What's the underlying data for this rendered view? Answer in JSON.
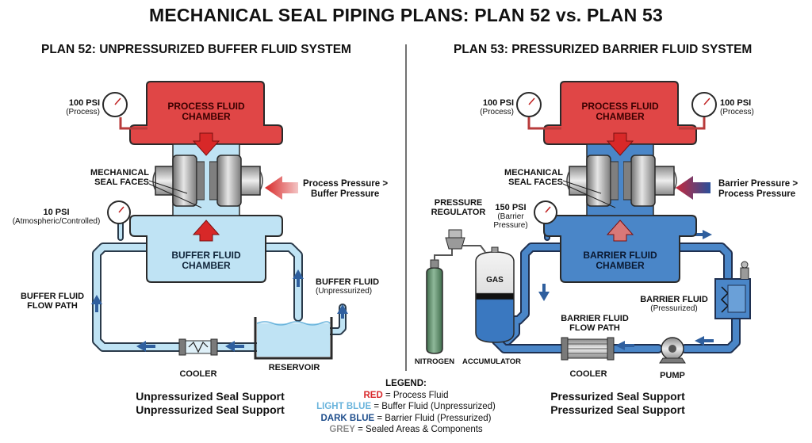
{
  "title": "MECHANICAL SEAL PIPING PLANS: PLAN 52 vs. PLAN 53",
  "plan52": {
    "heading": "PLAN 52: UNPRESSURIZED BUFFER FLUID SYSTEM",
    "process_chamber": [
      "PROCESS FLUID",
      "CHAMBER"
    ],
    "buffer_chamber": [
      "BUFFER FLUID",
      "CHAMBER"
    ],
    "seal_faces": [
      "MECHANICAL",
      "SEAL FACES"
    ],
    "gauge_process": {
      "value": "100 PSI",
      "note": "(Process)"
    },
    "gauge_buffer": {
      "value": "10 PSI",
      "note": "(Atmospheric/Controlled)"
    },
    "pressure_note": [
      "Process Pressure >",
      "Buffer Pressure"
    ],
    "flow_path": [
      "BUFFER FLUID",
      "FLOW PATH"
    ],
    "buffer_fluid_label": {
      "title": "BUFFER FLUID",
      "note": "(Unpressurized)"
    },
    "cooler": "COOLER",
    "reservoir": "RESERVOIR",
    "support": [
      "Unpressurized Seal Support",
      "Unpressurized Seal Support"
    ]
  },
  "plan53": {
    "heading": "PLAN 53: PRESSURIZED BARRIER FLUID SYSTEM",
    "process_chamber": [
      "PROCESS FLUID",
      "CHAMBER"
    ],
    "barrier_chamber": [
      "BARRIER FLUID",
      "CHAMBER"
    ],
    "seal_faces": [
      "MECHANICAL",
      "SEAL FACES"
    ],
    "gauge_left": {
      "value": "100 PSI",
      "note": "(Process)"
    },
    "gauge_right": {
      "value": "100 PSI",
      "note": "(Process)"
    },
    "gauge_barrier": {
      "value": "150 PSI",
      "note1": "(Barrier",
      "note2": "Pressure)"
    },
    "pressure_note": [
      "Barrier Pressure >",
      "Process Pressure"
    ],
    "regulator": [
      "PRESSURE",
      "REGULATOR"
    ],
    "gas": "GAS",
    "nitrogen": "NITROGEN",
    "accumulator": "ACCUMULATOR",
    "flow_path": [
      "BARRIER FLUID",
      "FLOW PATH"
    ],
    "barrier_fluid_label": {
      "title": "BARRIER FLUID",
      "note": "(Pressurized)"
    },
    "cooler": "COOLER",
    "pump": "PUMP",
    "support": [
      "Pressurized Seal Support",
      "Pressurized Seal Support"
    ]
  },
  "legend": {
    "title": "LEGEND:",
    "items": [
      {
        "key": "RED",
        "desc": " = Process Fluid"
      },
      {
        "key": "LIGHT BLUE",
        "desc": " = Buffer Fluid (Unpressurized)"
      },
      {
        "key": "DARK BLUE",
        "desc": " = Barrier Fluid (Pressurized)"
      },
      {
        "key": "GREY",
        "desc": " = Sealed Areas & Components"
      }
    ]
  },
  "colors": {
    "process_red": "#e04646",
    "buffer_light_blue": "#bfe3f4",
    "barrier_dark_blue": "#4a86c8",
    "seal_grey": "#9a9a9a",
    "nitrogen_green": "#5f8f6a",
    "flow_arrow_blue": "#2f5f9e"
  }
}
